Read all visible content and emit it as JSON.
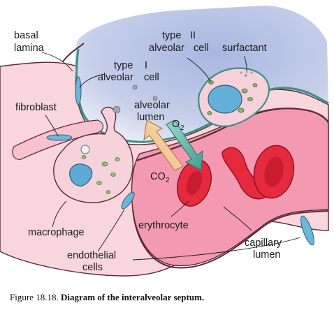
{
  "labels": {
    "basal_lamina_1": "basal",
    "basal_lamina_2": "lamina",
    "type_ii_1": "type",
    "type_ii_2": "II",
    "type_ii_3": "alveolar",
    "type_ii_4": "cell",
    "surfactant": "surfactant",
    "type_i_1": "type",
    "type_i_2": "I",
    "type_i_3": "alveolar",
    "type_i_4": "cell",
    "fibroblast": "fibroblast",
    "alveolar_lumen_1": "alveolar",
    "alveolar_lumen_2": "lumen",
    "o2": "O",
    "o2_sub": "2",
    "co2": "CO",
    "co2_sub": "2",
    "macrophage": "macrophage",
    "erythrocyte": "erythrocyte",
    "capillary_lumen_1": "capillary",
    "capillary_lumen_2": "lumen",
    "endothelial_1": "endothelial",
    "endothelial_2": "cells"
  },
  "caption": {
    "prefix": "Figure 18.18.",
    "title": "Diagram of the interalveolar septum."
  },
  "colors": {
    "alveolar_air": "#b9c3e4",
    "tissue_pink": "#f7c9d3",
    "capillary_pink": "#f08aa6",
    "erythrocyte_red": "#e4283c",
    "nucleus_blue": "#5fb0d8",
    "epithelium_teal": "#6fb4a8",
    "o2_arrow": "#58b6a6",
    "co2_arrow": "#f3c894"
  }
}
